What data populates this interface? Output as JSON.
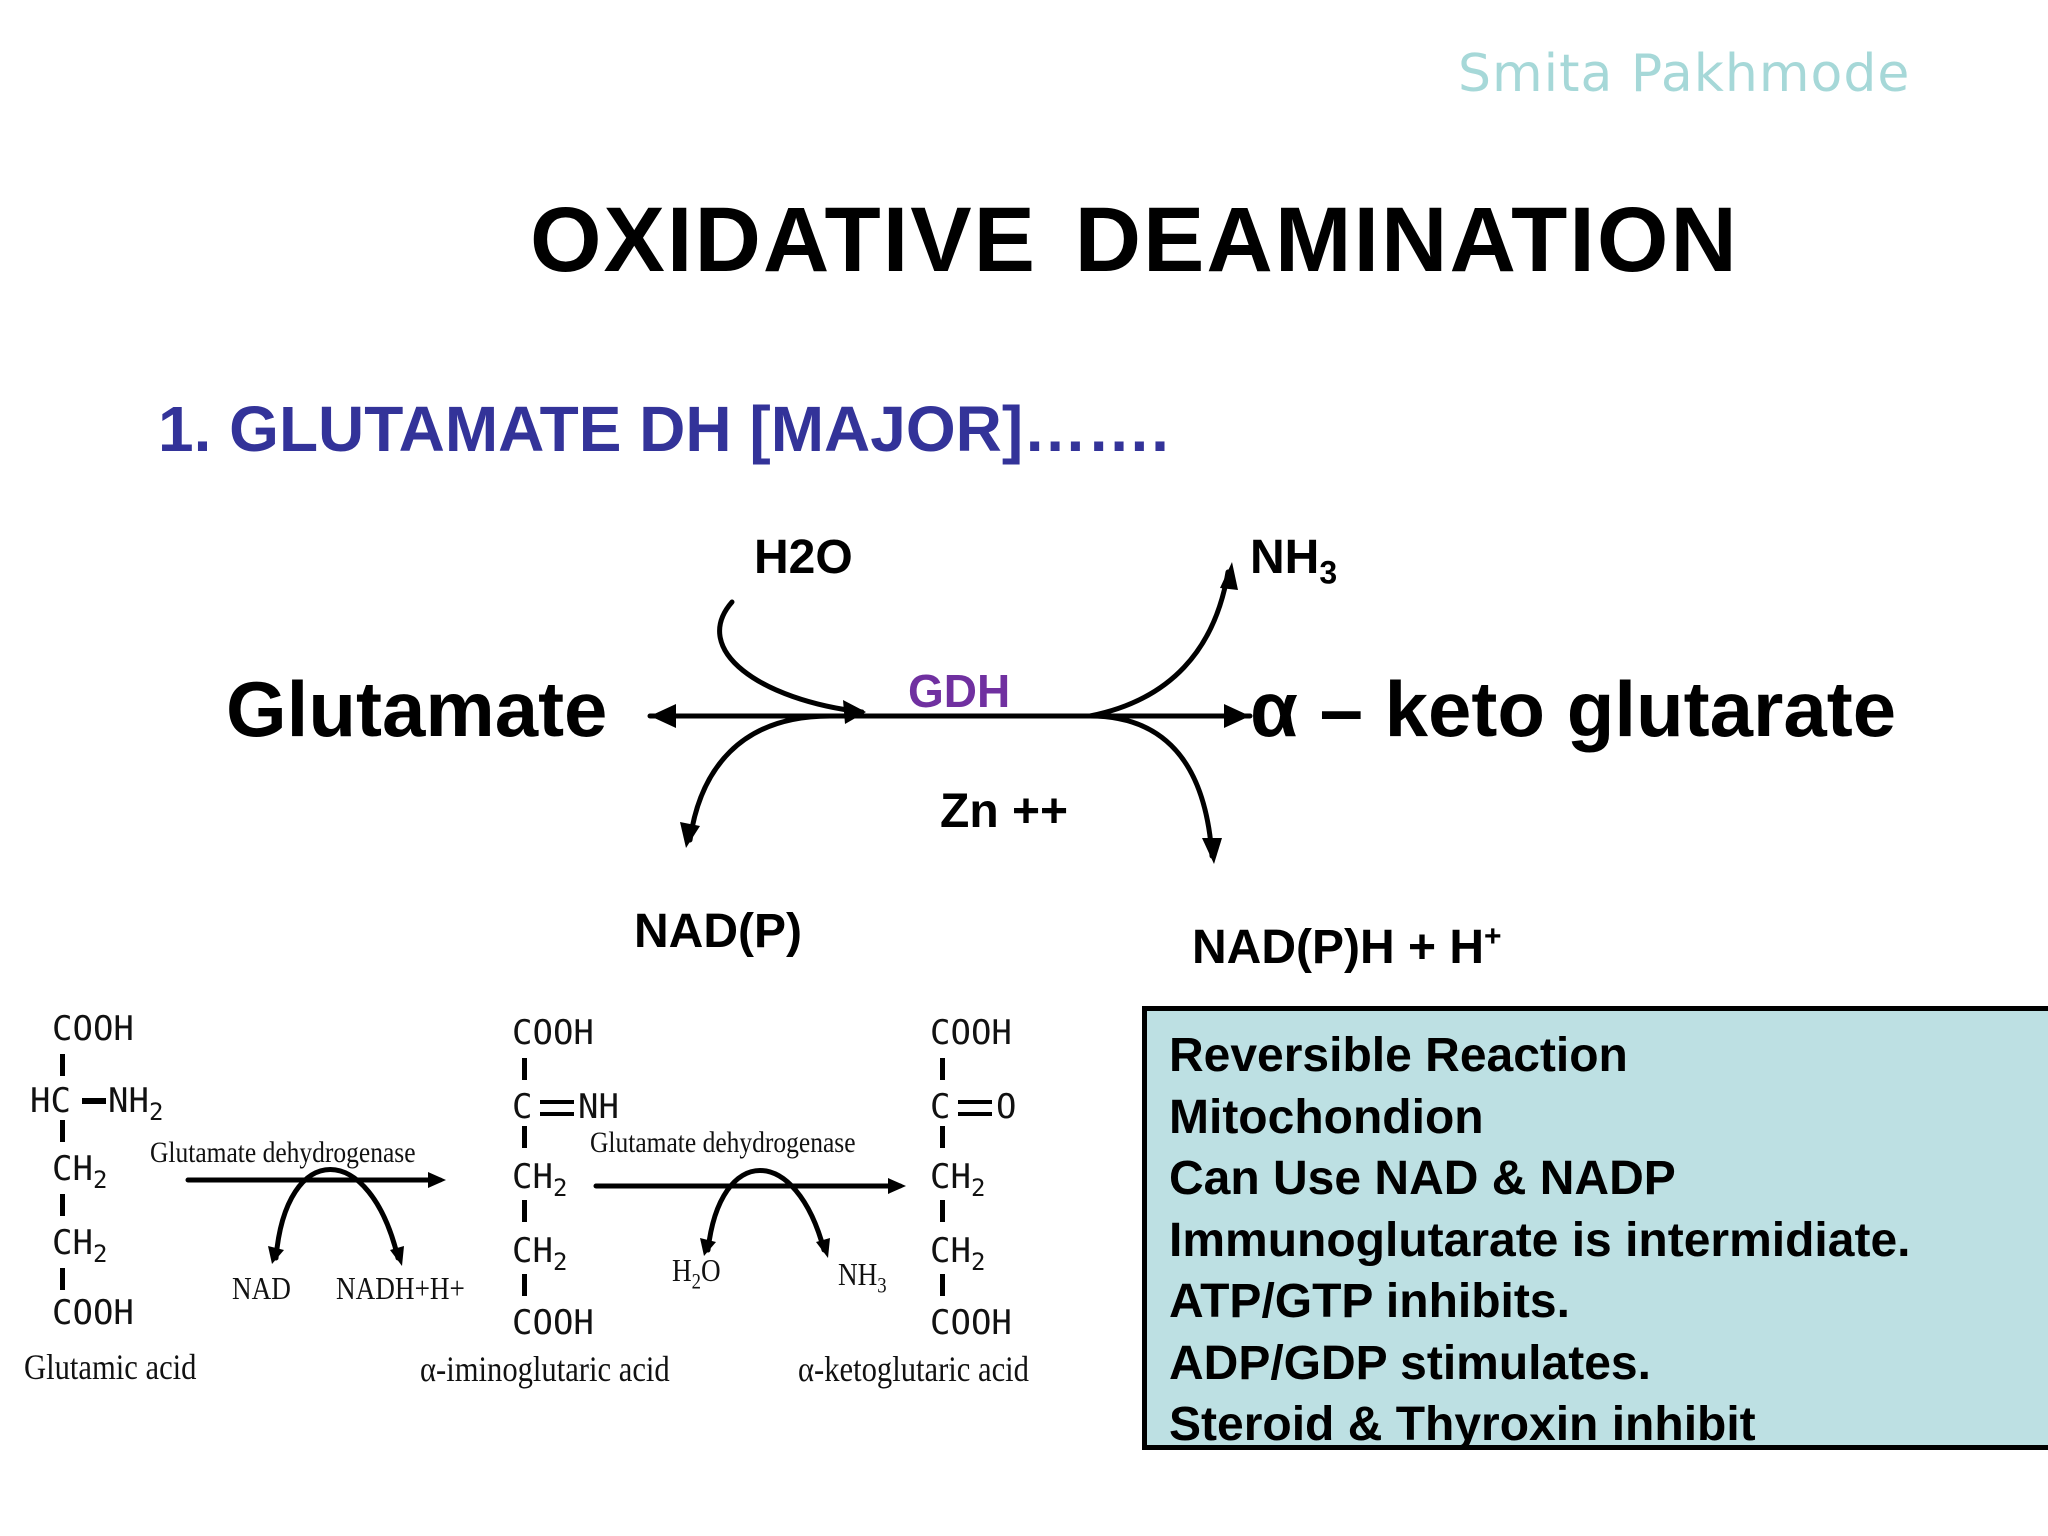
{
  "author": "Smita Pakhmode",
  "title": "OXIDATIVE  DEAMINATION",
  "subtitle": "1. GLUTAMATE DH [MAJOR]…….",
  "reaction": {
    "substrate": "Glutamate",
    "product": "α – keto glutarate",
    "enzyme": "GDH",
    "cofactor_metal": "Zn ++",
    "water": "H2O",
    "ammonia": "NH",
    "ammonia_sub": "3",
    "nad_in": "NAD(P)",
    "nad_out": "NAD(P)H + H",
    "nad_out_sup": "+"
  },
  "scheme": {
    "enzyme_label": "Glutamate dehydrogenase",
    "step1_in": "NAD",
    "step1_out": "NADH+H+",
    "step2_in": "H",
    "step2_in_sub": "2",
    "step2_in_tail": "O",
    "step2_out": "NH",
    "step2_out_sub": "3",
    "cooh": "COOH",
    "ch2": "CH",
    "sub2": "2",
    "hc": "HC",
    "nh2": "NH",
    "c_atom": "C",
    "imine": "NH",
    "oxo": "O",
    "names": [
      "Glutamic acid",
      "α-iminoglutaric acid",
      "α-ketoglutaric acid"
    ]
  },
  "notes": [
    "Reversible Reaction",
    "Mitochondion",
    "Can Use NAD & NADP",
    "Immunoglutarate is intermidiate.",
    "ATP/GTP inhibits.",
    "ADP/GDP stimulates.",
    "Steroid & Thyroxin inhibit"
  ],
  "colors": {
    "author": "#a6d8d8",
    "subtitle": "#333399",
    "enzyme": "#7030a0",
    "notes_box": "#bde0e3"
  }
}
